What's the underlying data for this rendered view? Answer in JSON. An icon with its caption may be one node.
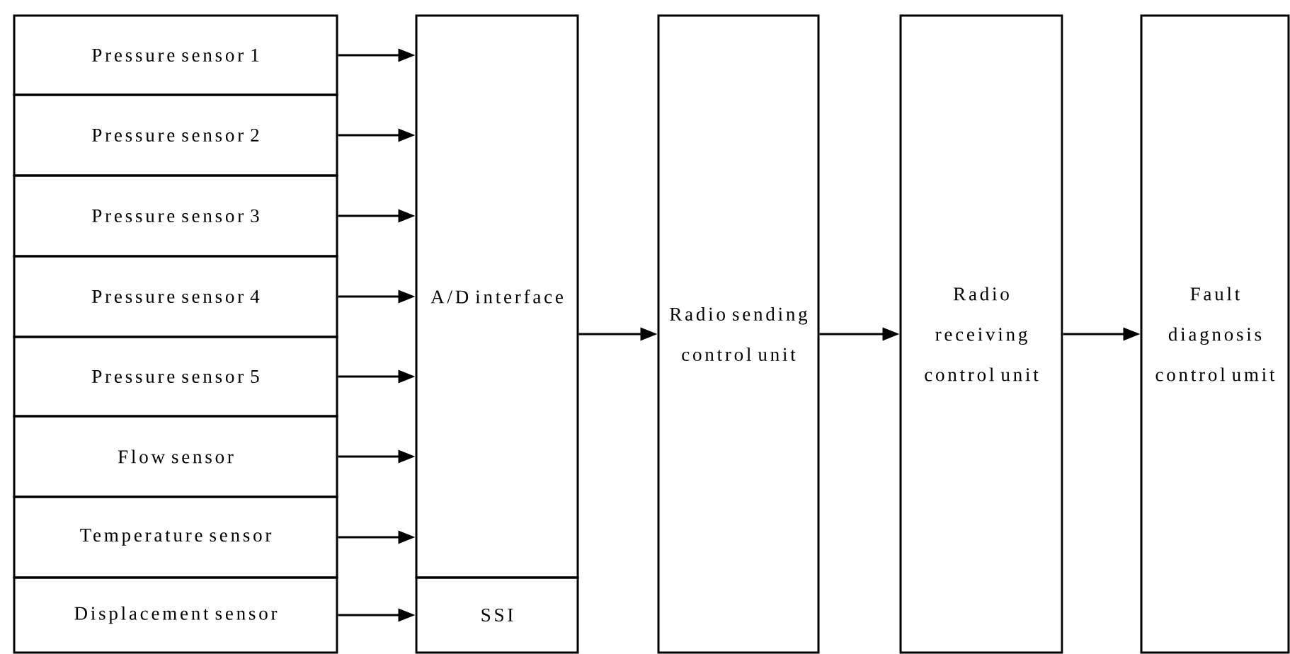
{
  "diagram": {
    "nodes": [
      {
        "text": [
          "Pressure sensor 1"
        ]
      },
      {
        "text": [
          "Pressure sensor 2"
        ]
      },
      {
        "text": [
          "Pressure sensor 3"
        ]
      },
      {
        "text": [
          "Pressure sensor 4"
        ]
      },
      {
        "text": [
          "Pressure sensor 5"
        ]
      },
      {
        "text": [
          "Flow sensor"
        ]
      },
      {
        "text": [
          "Temperature sensor"
        ]
      },
      {
        "text": [
          "Displacement sensor"
        ]
      },
      {
        "text": [
          "A/D interface"
        ]
      },
      {
        "text": [
          "SSI"
        ]
      },
      {
        "text": [
          "Radio sending control unit"
        ]
      },
      {
        "text": [
          "Radio receiving control unit"
        ]
      },
      {
        "text": [
          "Fault diagnosis control umit"
        ]
      }
    ],
    "edges": [
      {
        "from": 0,
        "to": 8,
        "arrow": "to"
      },
      {
        "from": 1,
        "to": 8,
        "arrow": "to"
      },
      {
        "from": 2,
        "to": 8,
        "arrow": "to"
      },
      {
        "from": 3,
        "to": 8,
        "arrow": "to"
      },
      {
        "from": 4,
        "to": 8,
        "arrow": "to"
      },
      {
        "from": 5,
        "to": 8,
        "arrow": "to"
      },
      {
        "from": 6,
        "to": 8,
        "arrow": "to"
      },
      {
        "from": 7,
        "to": 9,
        "arrow": "to"
      },
      {
        "from": 8,
        "to": 10,
        "arrow": "to"
      },
      {
        "from": 10,
        "to": 11,
        "arrow": "to"
      },
      {
        "from": 11,
        "to": 12,
        "arrow": "to"
      }
    ]
  }
}
